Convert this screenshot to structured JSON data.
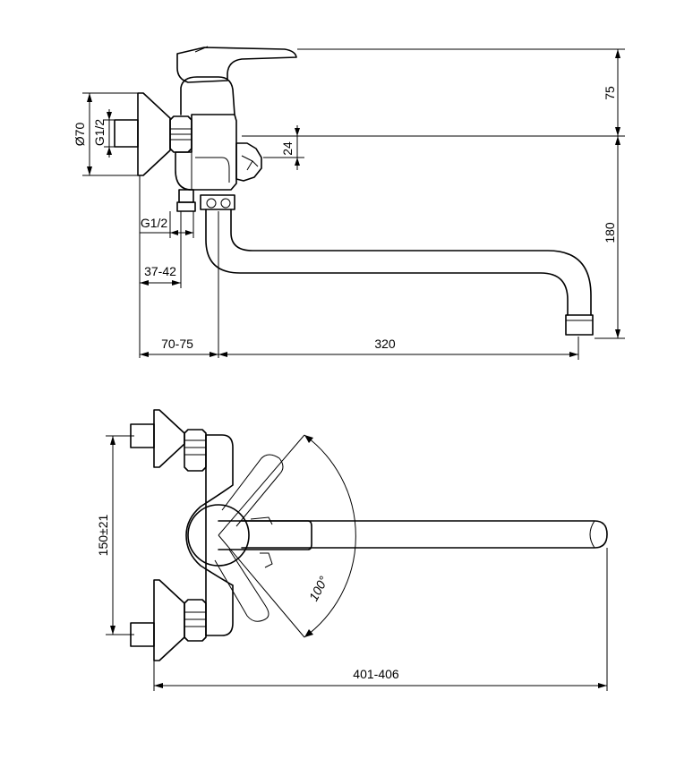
{
  "dimensions": {
    "handle_height": "75",
    "flange_diameter": "Ø70",
    "inlet_thread": "G1/2",
    "bottom_thread": "G1/2",
    "lever_offset": "24",
    "spout_height": "180",
    "nut_depth": "37-42",
    "wall_to_spout": "70-75",
    "spout_reach": "320",
    "inlet_spacing": "150±21",
    "total_width": "401-406",
    "rotation_angle": "100°"
  }
}
